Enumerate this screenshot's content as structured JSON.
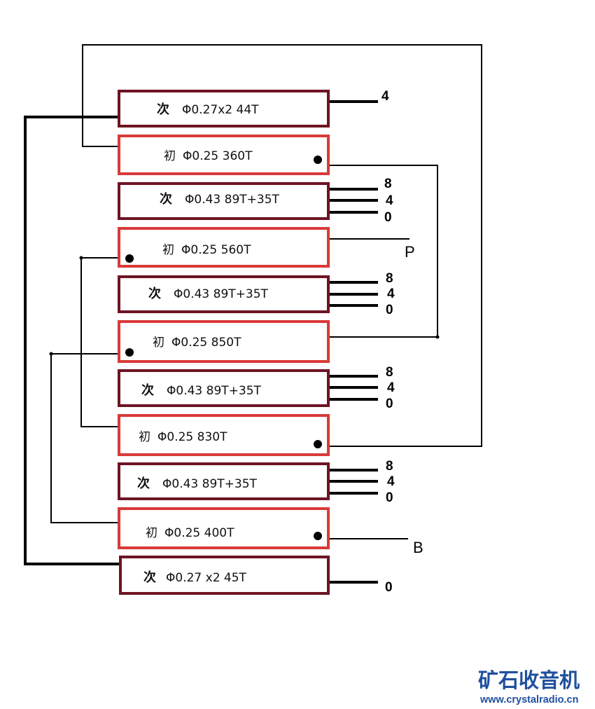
{
  "windings": [
    {
      "kind": "次",
      "spec": "Φ0.27x2  44T"
    },
    {
      "kind": "初",
      "spec": "Φ0.25  360T"
    },
    {
      "kind": "次",
      "spec": "Φ0.43  89T+35T"
    },
    {
      "kind": "初",
      "spec": "Φ0.25  560T"
    },
    {
      "kind": "次",
      "spec": "Φ0.43  89T+35T"
    },
    {
      "kind": "初",
      "spec": "Φ0.25  850T"
    },
    {
      "kind": "次",
      "spec": "Φ0.43  89T+35T"
    },
    {
      "kind": "初",
      "spec": "Φ0.25  830T"
    },
    {
      "kind": "次",
      "spec": "Φ0.43  89T+35T"
    },
    {
      "kind": "初",
      "spec": "Φ0.25   400T"
    },
    {
      "kind": "次",
      "spec": "Φ0.27 x2   45T"
    }
  ],
  "taps": {
    "top": "4",
    "high": "8",
    "mid": "4",
    "low": "0",
    "bottom": "0"
  },
  "terminals": {
    "p": "P",
    "b": "B"
  },
  "watermark": {
    "name": "矿石收音机",
    "url": "www.crystalradio.cn"
  },
  "colors": {
    "secondary": "#6e1424",
    "primary": "#d93a3a",
    "watermark": "#1f4f9e"
  }
}
